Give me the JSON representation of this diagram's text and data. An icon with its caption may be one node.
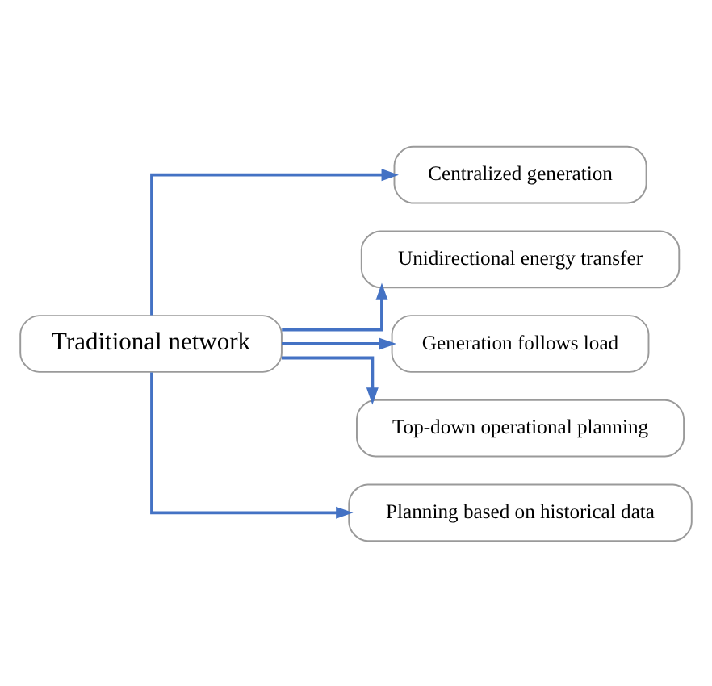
{
  "diagram": {
    "nodes": [
      {
        "text": [
          "Traditional network"
        ]
      },
      {
        "text": [
          "Centralized generation"
        ]
      },
      {
        "text": [
          "Unidirectional energy transfer"
        ]
      },
      {
        "text": [
          "Generation follows load"
        ]
      },
      {
        "text": [
          "Top-down operational planning"
        ]
      },
      {
        "text": [
          "Planning based on historical data"
        ]
      }
    ],
    "edges": [
      {
        "from": 0,
        "to": 1,
        "arrow": "to"
      },
      {
        "from": 0,
        "to": 2,
        "arrow": "to"
      },
      {
        "from": 0,
        "to": 3,
        "arrow": "to"
      },
      {
        "from": 0,
        "to": 4,
        "arrow": "to"
      },
      {
        "from": 0,
        "to": 5,
        "arrow": "to"
      }
    ]
  }
}
